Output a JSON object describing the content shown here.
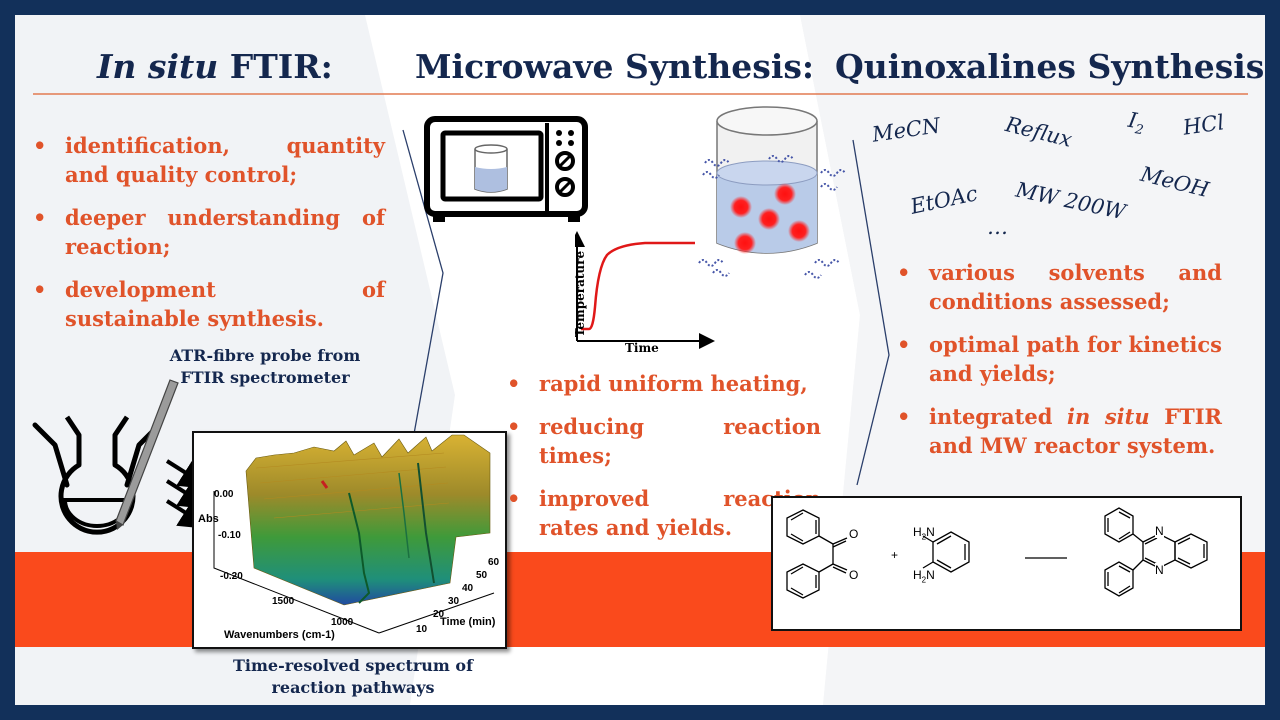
{
  "titles": {
    "left_italic": "In situ",
    "left_rest": " FTIR:",
    "middle": "Microwave Synthesis:",
    "right": "Quinoxalines Synthesis:"
  },
  "left_bullets": [
    "identification, quantity and quality control;",
    "deeper understanding of reaction;",
    "development of sustainable synthesis."
  ],
  "probe_caption": "ATR-fibre probe from FTIR spectrometer",
  "spectrum": {
    "ylabel": "Abs",
    "y_ticks": [
      "0.00",
      "-0.10",
      "-0.20"
    ],
    "x_ticks": [
      "1500",
      "1000"
    ],
    "xlabel": "Wavenumbers (cm-1)",
    "t_ticks": [
      "10",
      "20",
      "30",
      "40",
      "50",
      "60"
    ],
    "tlabel": "Time (min)",
    "caption": "Time-resolved spectrum of reaction pathways"
  },
  "heating_plot": {
    "ylabel": "Temperature",
    "xlabel": "Time"
  },
  "middle_bullets": [
    "rapid uniform heating,",
    "reducing reaction times;",
    "improved reaction rates and yields."
  ],
  "solvents": {
    "mecn": "MeCN",
    "reflux": "Reflux",
    "i2": "I",
    "i2_sub": "2",
    "hcl": "HCl",
    "meoh": "MeOH",
    "etoac": "EtOAc",
    "mw": "MW 200W",
    "dots": "…"
  },
  "right_bullets": [
    "various solvents and conditions assessed;",
    "optimal path for kinetics and yields;"
  ],
  "right_bullet3": {
    "a": "integrated ",
    "b": "in situ",
    "c": " FTIR and MW reactor system."
  },
  "reaction": {
    "o1": "O",
    "o2": "O",
    "plus": "+",
    "h2n1_h": "H",
    "h2n1_2": "2",
    "h2n1_n": "N",
    "h2n2_h": "H",
    "h2n2_2": "2",
    "h2n2_n": "N",
    "n1": "N",
    "n2": "N"
  },
  "colors": {
    "frame": "#12305a",
    "accent_orange": "#fa4a1c",
    "title_navy": "#14274e",
    "bullet_orange": "#e0532a"
  }
}
